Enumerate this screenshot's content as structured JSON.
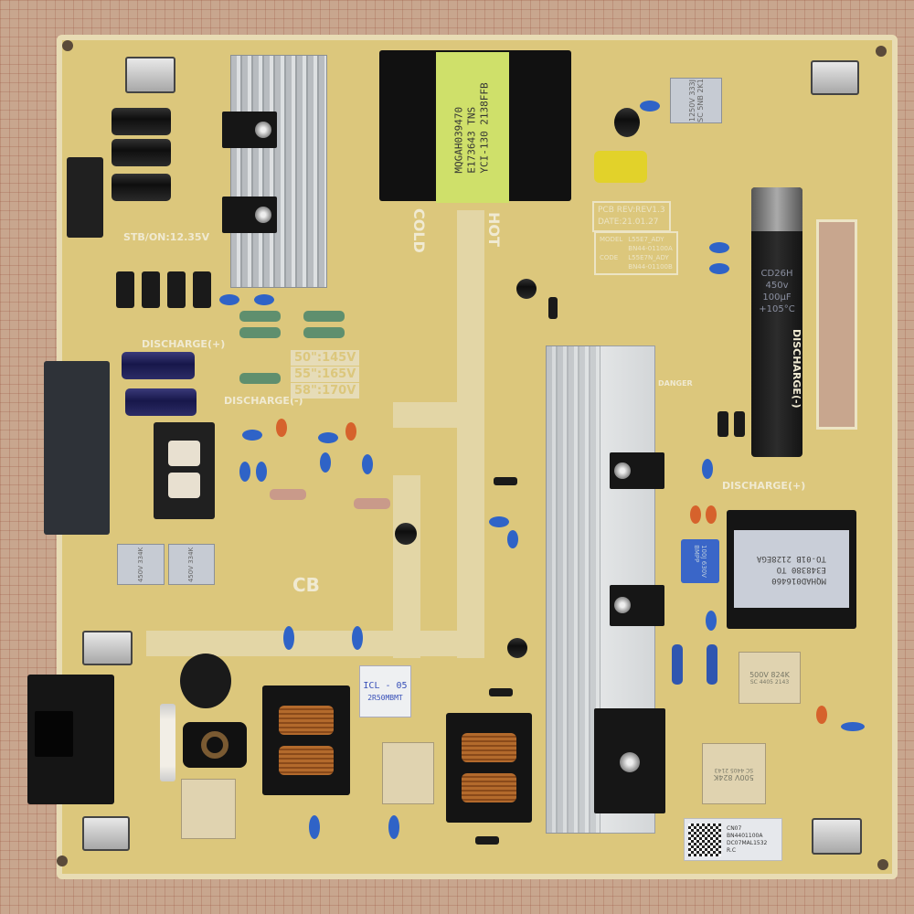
{
  "board": {
    "colors": {
      "pcb": "#dcc77c",
      "background": "#c8a68e",
      "heatsink": "#c9ccce"
    },
    "main_transformer": {
      "lines": [
        "MQGAH039470",
        "E173643 TNS",
        "YCI-130 2138FFB"
      ]
    },
    "secondary_transformer": {
      "lines": [
        "MQHAD016460",
        "E348380 TO",
        "TO-01B 2128EGA"
      ]
    },
    "bulk_capacitor": {
      "lines": [
        "CD26H",
        "450v",
        "100µF",
        "+105°C"
      ]
    },
    "silkscreen": {
      "stb_on": "STB/ON:12.35V",
      "discharge_plus_left": "DISCHARGE(+)",
      "discharge_minus_left": "DISCHARGE(-)",
      "voltage_50": "50\":145V",
      "voltage_55": "55\":165V",
      "voltage_58": "58\":170V",
      "cold": "COLD",
      "hot": "HOT",
      "cb": "CB",
      "discharge_plus_right": "DISCHARGE(+)",
      "discharge_minus_right": "DISCHARGE(-)",
      "danger": "DANGER",
      "pcb_rev": "PCB REV:REV1.3",
      "pcb_date": "DATE:21.01.27",
      "model_label": "MODEL",
      "code_label": "CODE",
      "model_1": "L55E7_ADY",
      "code_1": "BN44-01100A",
      "model_2": "L55E7N_ADY",
      "code_2": "BN44-01100B"
    },
    "icl": {
      "lines": [
        "ICL - 05",
        "2R50MBMT"
      ]
    },
    "cap_500v_a": {
      "lines": [
        "500V 824K",
        "SC 4405 2143"
      ]
    },
    "cap_500v_b": {
      "lines": [
        "500V 824K",
        "SC 4405 2143"
      ]
    },
    "cap_450v_a": "450V 334K",
    "cap_450v_b": "450V 334K",
    "cap_1250v": {
      "lines": [
        "1250V 333J",
        "SC 5NB 2K1"
      ]
    },
    "blue_box_cap": {
      "lines": [
        "100J 630V",
        "BMPP"
      ]
    },
    "qr_label": {
      "lines": [
        "CN07",
        "BN4401100A",
        "DC07MAL1532",
        "R.C"
      ]
    }
  }
}
